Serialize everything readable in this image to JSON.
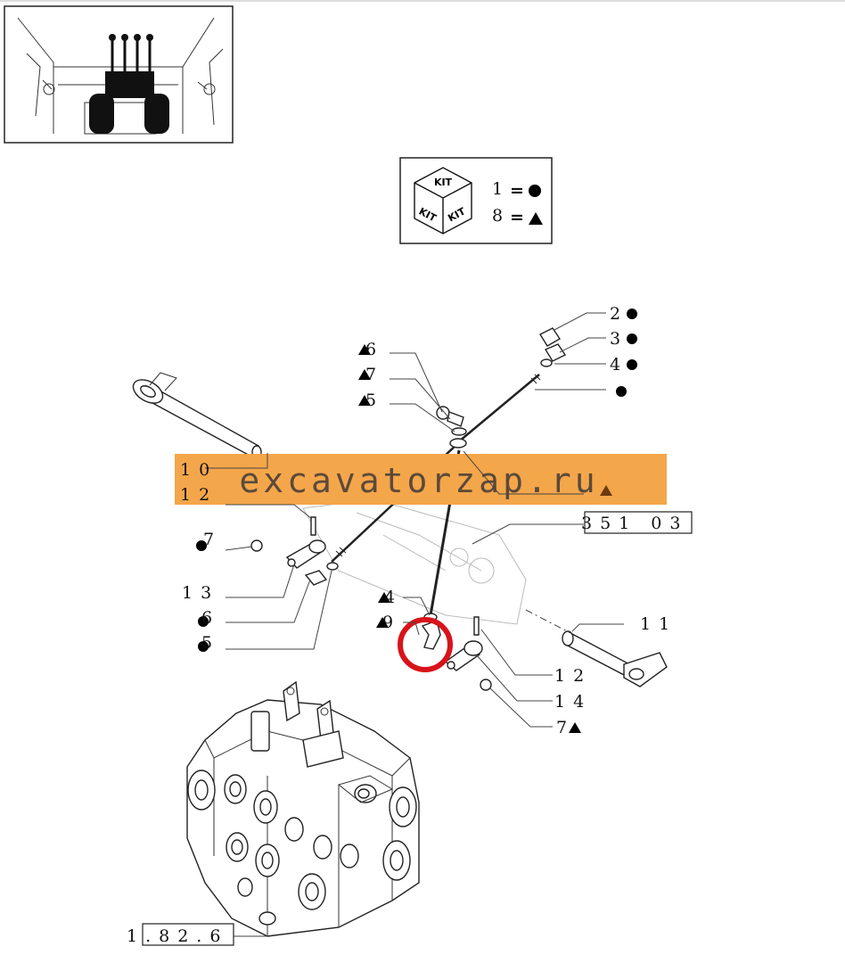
{
  "colors": {
    "watermark_band": "#f4a64a",
    "watermark_text": "#5b4a3a",
    "highlight_circle": "#d8131a",
    "line": "#222222"
  },
  "kit_legend": {
    "kit_label": "KIT",
    "rows": [
      {
        "number": "1",
        "equals": "=",
        "symbol": "circle"
      },
      {
        "number": "8",
        "equals": "=",
        "symbol": "triangle"
      }
    ]
  },
  "watermark": {
    "text": "excavatorzap.ru"
  },
  "callouts": {
    "c2": "2",
    "c3": "3",
    "c4": "4",
    "c6": "6",
    "c7a": "7",
    "c5a": "5",
    "c10": "10",
    "c12a": "12",
    "ref351": "351 03",
    "c7b": "7",
    "c13": "13",
    "c6b": "6",
    "c5b": "5",
    "c4b": "4",
    "c9": "9",
    "c11": "11",
    "c12b": "12",
    "c14": "14",
    "c7c": "7",
    "ref182": "1.82.6"
  }
}
